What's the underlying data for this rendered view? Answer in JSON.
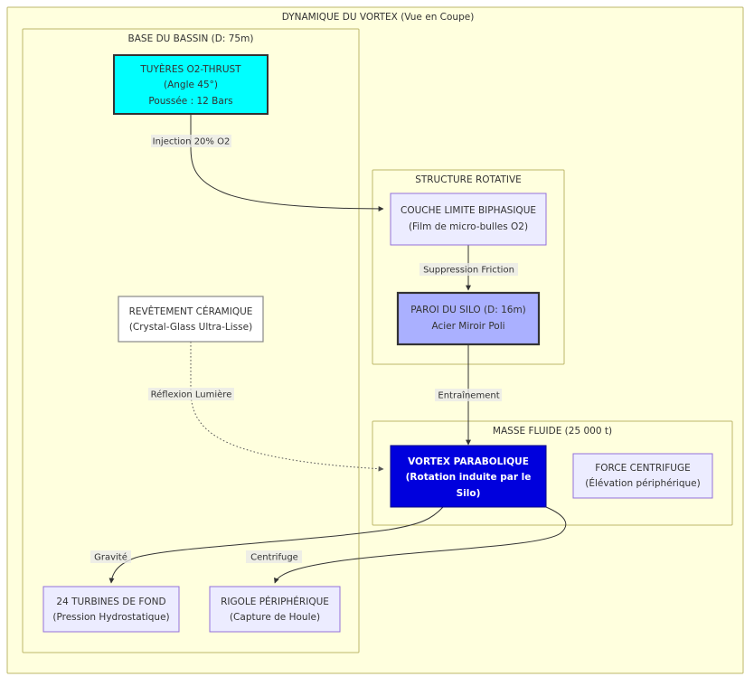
{
  "diagram": {
    "title": "DYNAMIQUE DU VORTEX (Vue en Coupe)",
    "clusters": [
      {
        "id": "base",
        "label": "BASE DU BASSIN (D: 75m)"
      },
      {
        "id": "structure",
        "label": "STRUCTURE ROTATIVE"
      },
      {
        "id": "masse",
        "label": "MASSE FLUIDE (25 000 t)"
      }
    ],
    "nodes": {
      "tuyeres": {
        "line1": "TUYÈRES O2-THRUST",
        "line2": "(Angle 45°)",
        "line3": "Poussée : 12 Bars"
      },
      "couche": {
        "line1": "COUCHE LIMITE BIPHASIQUE",
        "line2": "(Film de micro-bulles O2)"
      },
      "paroi": {
        "line1": "PAROI DU SILO (D: 16m)",
        "line2": "Acier Miroir Poli"
      },
      "revetement": {
        "line1": "REVÊTEMENT CÉRAMIQUE",
        "line2": "(Crystal-Glass Ultra-Lisse)"
      },
      "vortex": {
        "line1": "VORTEX PARABOLIQUE",
        "line2": "(Rotation induite par le",
        "line3": "Silo)"
      },
      "force": {
        "line1": "FORCE CENTRIFUGE",
        "line2": "(Élévation périphérique)"
      },
      "turbines": {
        "line1": "24 TURBINES DE FOND",
        "line2": "(Pression Hydrostatique)"
      },
      "rigole": {
        "line1": "RIGOLE PÉRIPHÉRIQUE",
        "line2": "(Capture de Houle)"
      }
    },
    "edges": [
      {
        "id": "e1",
        "label": "Injection 20% O2",
        "from": "tuyeres",
        "to": "couche"
      },
      {
        "id": "e2",
        "label": "Suppression Friction",
        "from": "couche",
        "to": "paroi"
      },
      {
        "id": "e3",
        "label": "Entraînement",
        "from": "paroi",
        "to": "vortex"
      },
      {
        "id": "e4",
        "label": "Réflexion Lumière",
        "from": "revetement",
        "to": "vortex"
      },
      {
        "id": "e5",
        "label": "Gravité",
        "from": "vortex",
        "to": "turbines"
      },
      {
        "id": "e6",
        "label": "Centrifuge",
        "from": "vortex",
        "to": "rigole"
      }
    ],
    "colors": {
      "cluster_fill": "#ffffde",
      "cluster_stroke": "#bdb76b",
      "lavender_fill": "#ececff",
      "lavender_stroke": "#9370db",
      "cyan_fill": "#00ffff",
      "periwinkle_fill": "#aab0ff",
      "blue_fill": "#0000dd",
      "white_fill": "#ffffff",
      "edge_stroke": "#333333"
    }
  }
}
